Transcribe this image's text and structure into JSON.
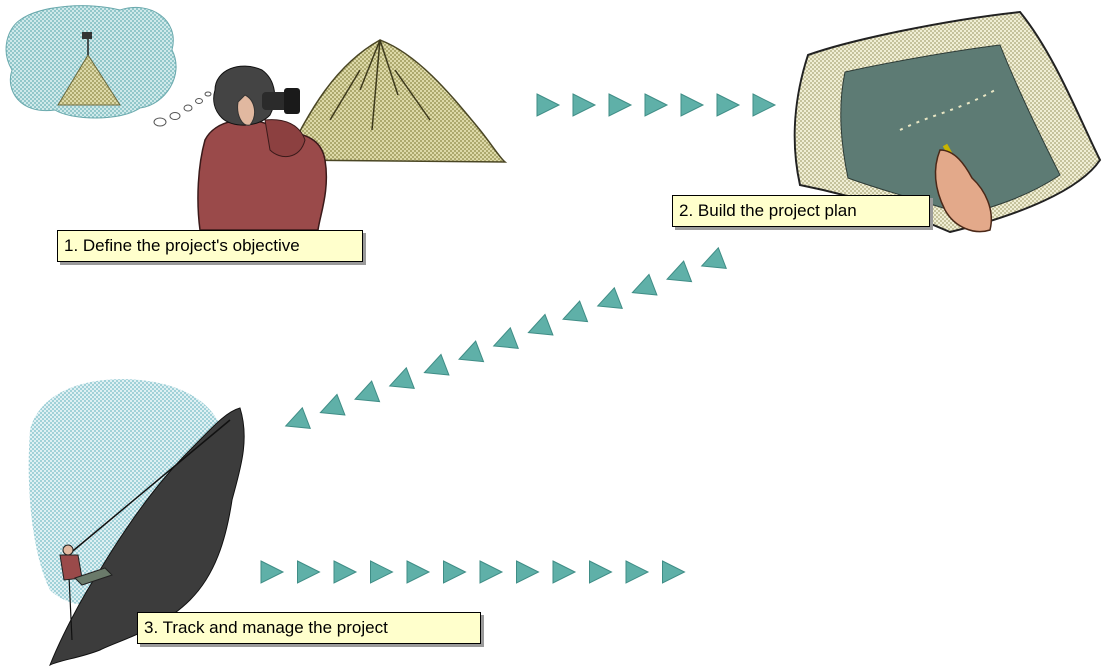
{
  "steps": [
    {
      "label": "1. Define the project's objective"
    },
    {
      "label": "2. Build the project plan"
    },
    {
      "label": "3. Track and manage the project"
    }
  ],
  "colors": {
    "arrow": "#5fb0a8",
    "label_bg": "#ffffcc",
    "thought_cloud": "#a9d6d8",
    "mountain": "#c9c48a",
    "jacket": "#9a4a4a",
    "map_dark": "#5d7b74",
    "map_paper": "#e8e6c4",
    "cliff": "#3c3c3c",
    "sky": "#b2d9e0"
  },
  "icons": [
    "thought-cloud-icon",
    "mountain-icon",
    "hiker-with-binoculars-icon",
    "map-plan-icon",
    "hand-with-pencil-icon",
    "cliff-climber-icon",
    "arrow-chevron-icon"
  ]
}
